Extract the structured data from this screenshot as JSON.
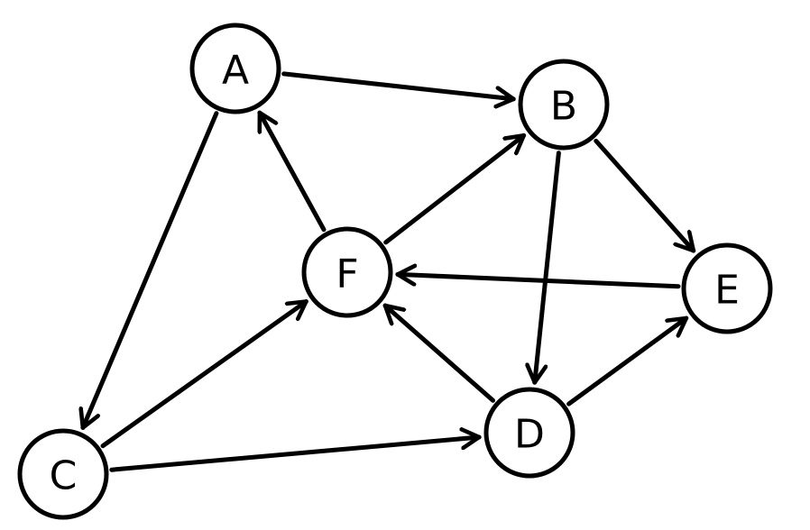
{
  "diagram": {
    "type": "directed-graph",
    "colors": {
      "stroke": "#000000",
      "fill": "#ffffff"
    },
    "nodes": [
      {
        "id": "A",
        "label": "A"
      },
      {
        "id": "B",
        "label": "B"
      },
      {
        "id": "C",
        "label": "C"
      },
      {
        "id": "D",
        "label": "D"
      },
      {
        "id": "E",
        "label": "E"
      },
      {
        "id": "F",
        "label": "F"
      }
    ],
    "edges": [
      {
        "from": "A",
        "to": "B"
      },
      {
        "from": "A",
        "to": "C"
      },
      {
        "from": "F",
        "to": "A"
      },
      {
        "from": "F",
        "to": "B"
      },
      {
        "from": "B",
        "to": "E"
      },
      {
        "from": "B",
        "to": "D"
      },
      {
        "from": "E",
        "to": "F"
      },
      {
        "from": "C",
        "to": "F"
      },
      {
        "from": "C",
        "to": "D"
      },
      {
        "from": "D",
        "to": "F"
      },
      {
        "from": "D",
        "to": "E"
      }
    ]
  }
}
